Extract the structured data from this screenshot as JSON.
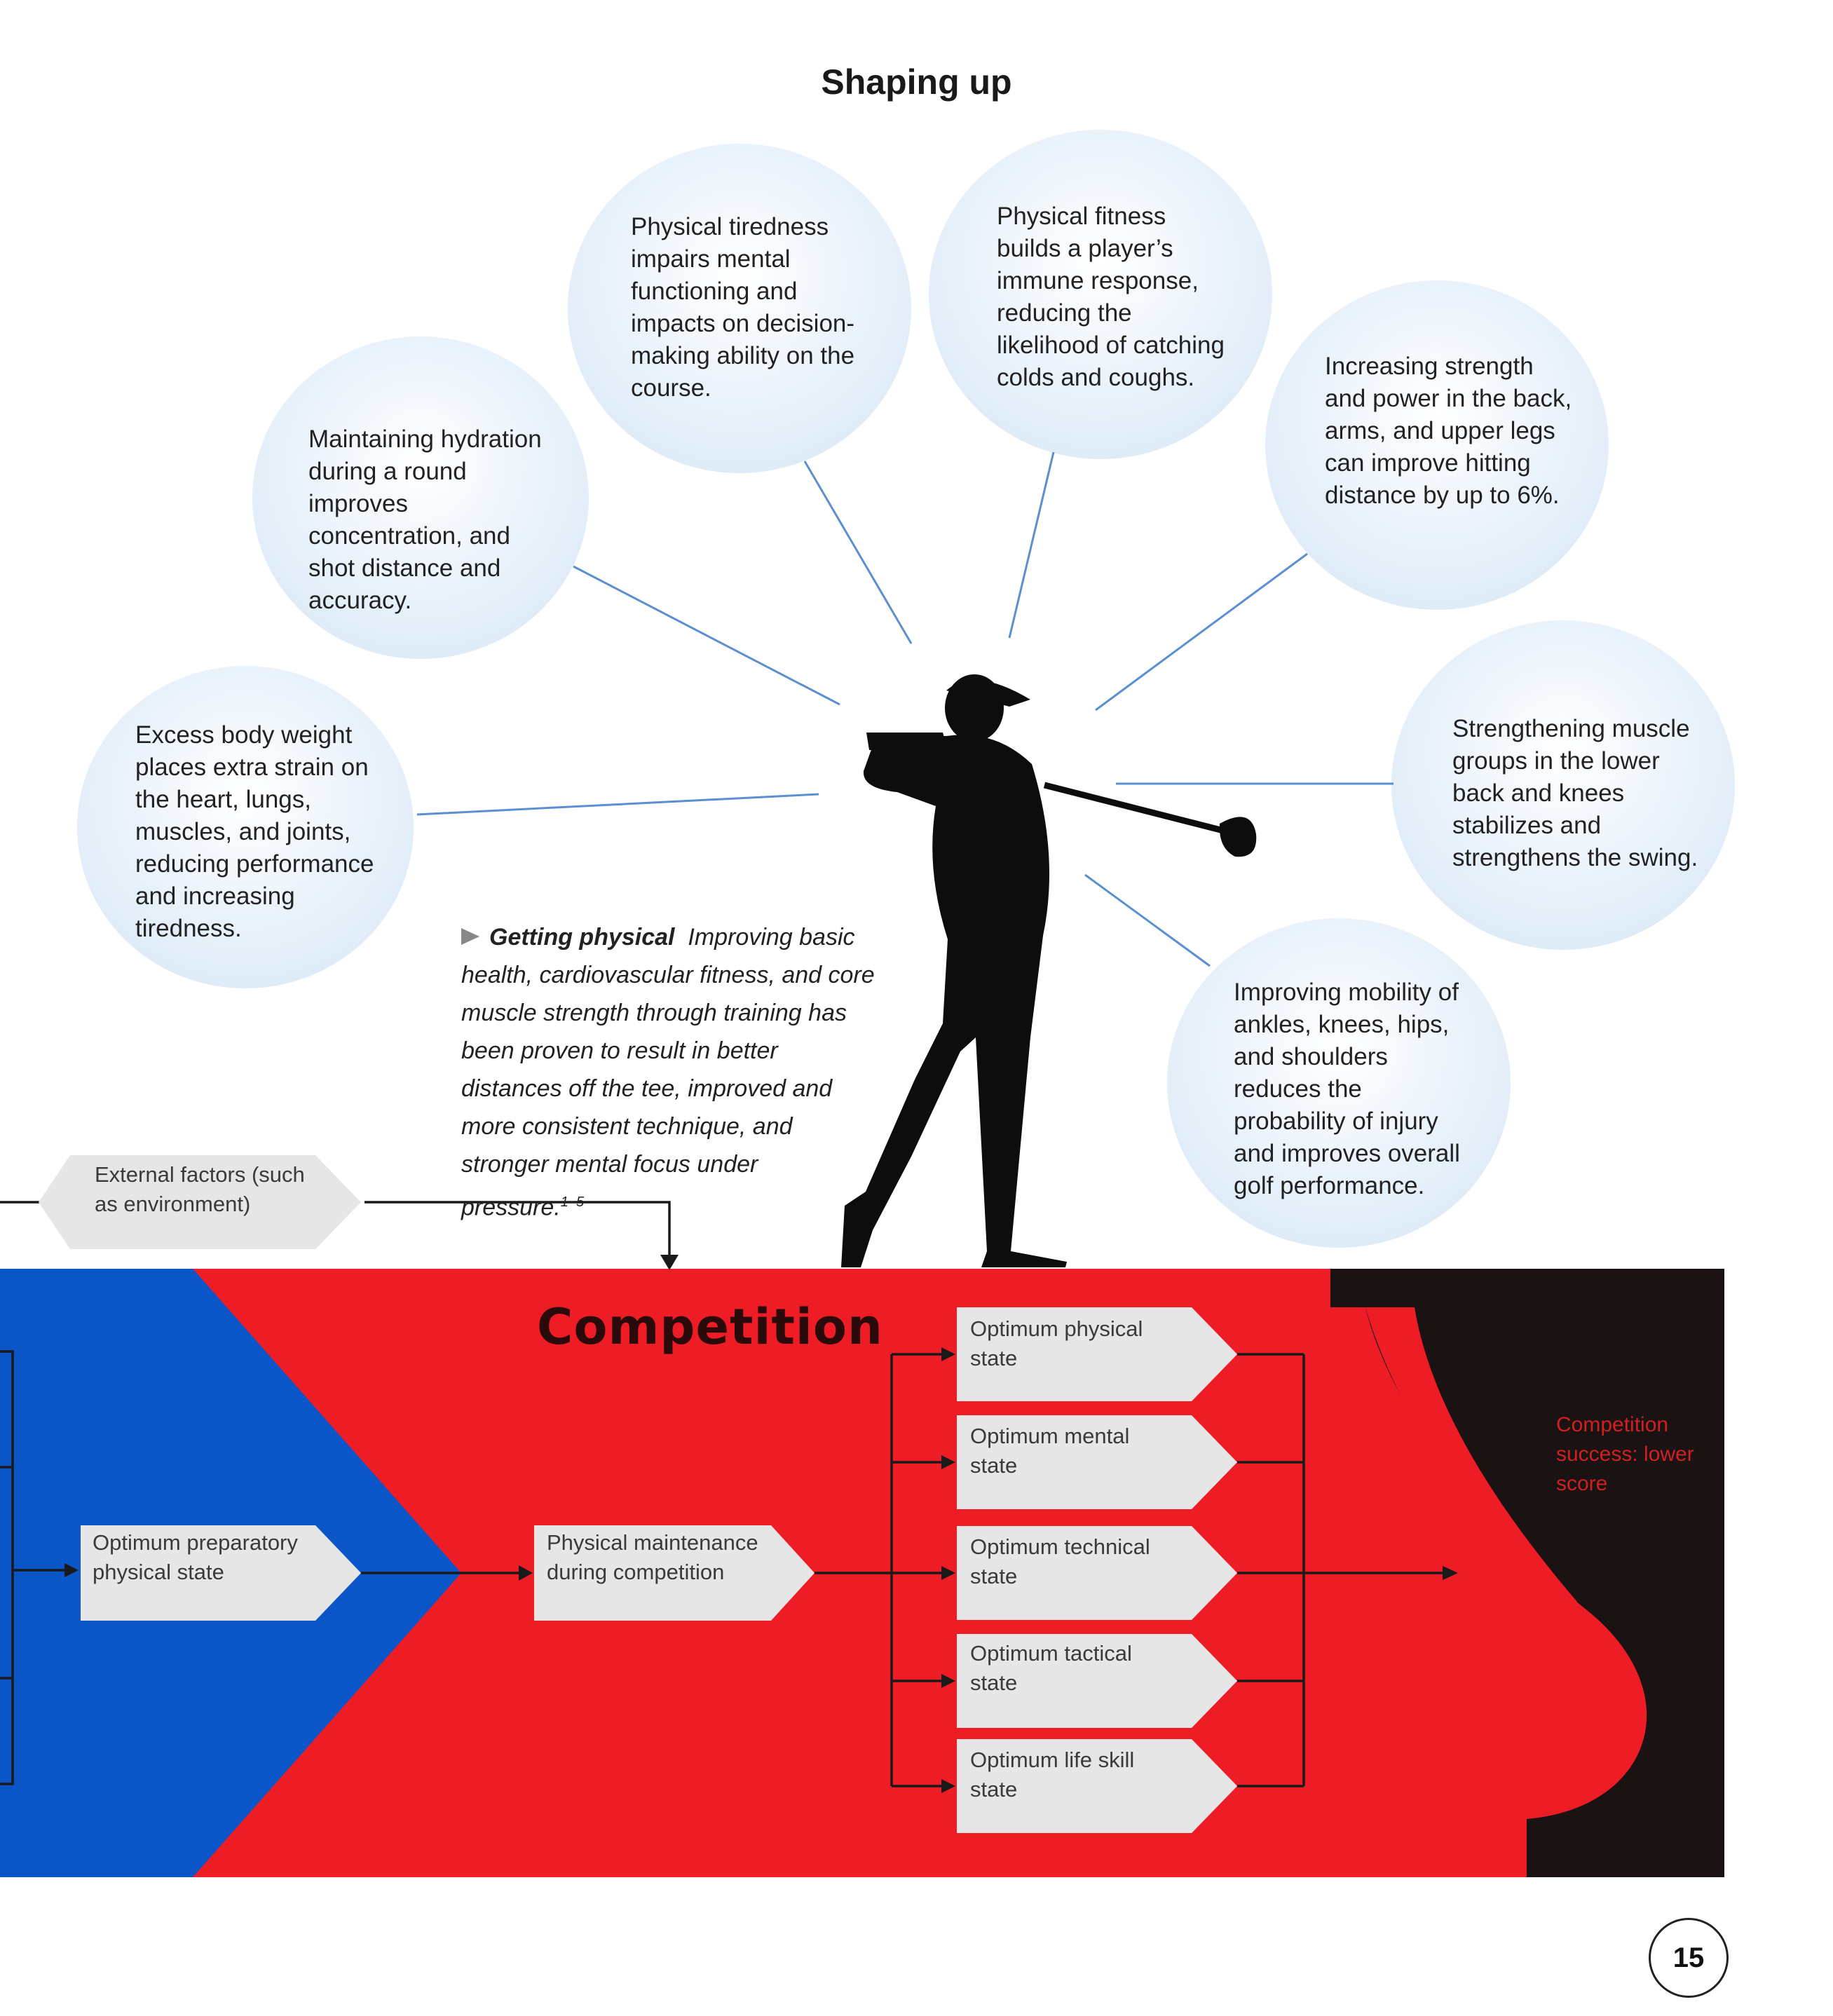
{
  "title": "Shaping up",
  "bubbles": {
    "body_weight": "Excess body weight places extra strain on the heart, lungs, muscles, and joints, reducing performance and increasing tiredness.",
    "hydration": "Maintaining hydration during a round improves concentration, and shot distance and accuracy.",
    "tiredness": "Physical tiredness impairs mental functioning and impacts on decision-making ability on the course.",
    "immune": "Physical fitness builds a player’s immune response, reducing the likelihood of catching colds and coughs.",
    "strength": "Increasing strength and power in the back, arms, and upper legs can improve hitting distance by up to 6%.",
    "muscle": "Strengthening muscle groups in the lower back and knees stabilizes and strengthens the swing.",
    "mobility": "Improving mobility of ankles, knees, hips, and shoulders reduces the probability of injury and improves overall golf performance."
  },
  "caption": {
    "heading": "Getting physical",
    "body": "Improving basic health, cardiovascular fitness, and core muscle strength through training has been proven to result in better distances off the tee, improved and more consistent technique, and stronger mental focus under pressure.",
    "refs": "1–5"
  },
  "flow": {
    "external": "External factors (such as environment)",
    "competition_title": "Competition",
    "preparatory": "Optimum preparatory physical state",
    "maintenance": "Physical maintenance during competition",
    "states": [
      "Optimum physical state",
      "Optimum mental state",
      "Optimum technical state",
      "Optimum tactical state",
      "Optimum life skill state"
    ],
    "success": "Competition success: lower score"
  },
  "page_number": "15",
  "colors": {
    "blue": "#0a55c8",
    "red": "#ee1c24",
    "black": "#1a1213",
    "chevron": "#e6e6e6",
    "bubble": "#d3e5f5",
    "line": "#5b8fd0"
  }
}
